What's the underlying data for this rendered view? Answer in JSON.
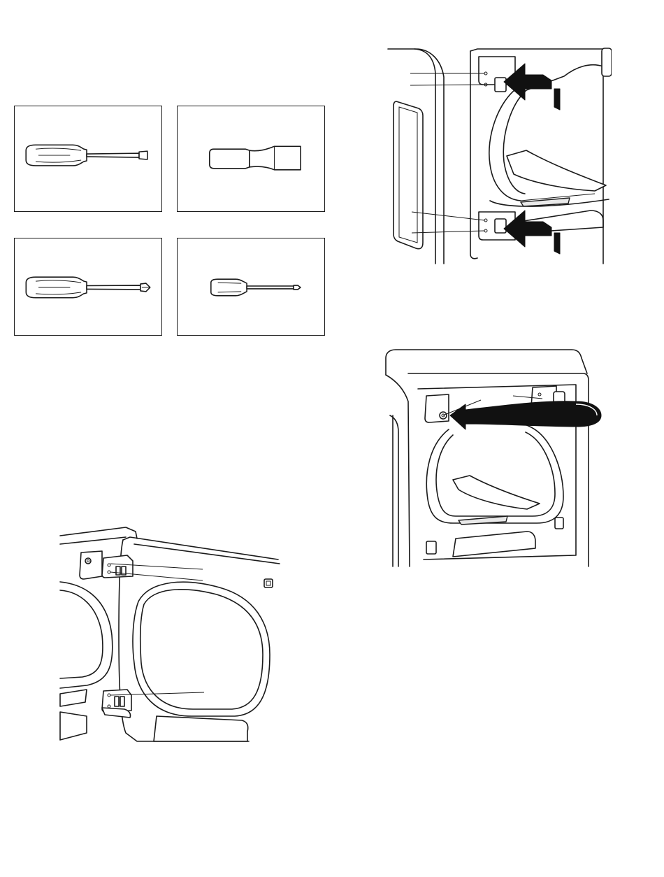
{
  "page": {
    "background": "#ffffff",
    "line_color": "#1a1a1a"
  },
  "tools": [
    {
      "name": "flat-blade-screwdriver",
      "icon": "flat-screwdriver-icon"
    },
    {
      "name": "putty-knife",
      "icon": "putty-knife-icon"
    },
    {
      "name": "phillips-screwdriver",
      "icon": "phillips-screwdriver-icon"
    },
    {
      "name": "small-phillips-screwdriver",
      "icon": "small-phillips-screwdriver-icon"
    }
  ],
  "figures": [
    {
      "name": "remove-hole-plugs",
      "icon": "dryer-hinge-plugs-icon"
    },
    {
      "name": "move-hole-plug-to-opposite-side",
      "icon": "dryer-plug-transfer-icon"
    },
    {
      "name": "remove-door-hinges",
      "icon": "dryer-door-hinge-icon"
    }
  ]
}
